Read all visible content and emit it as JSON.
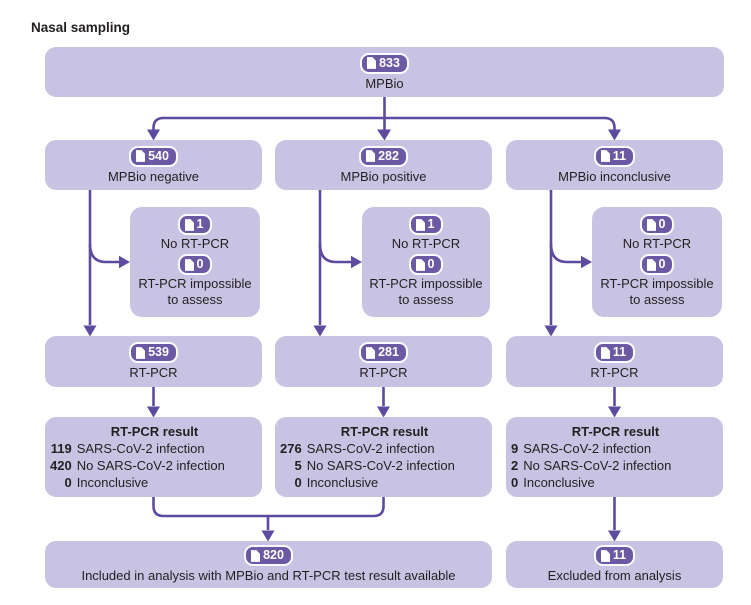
{
  "title": "Nasal sampling",
  "colors": {
    "node_fill": "#c9c3e3",
    "badge_fill": "#6b59a4",
    "badge_border": "#fbfbfd",
    "connector": "#5e4b9f",
    "text": "#231f20"
  },
  "icons": {
    "badge_icon": "document-icon"
  },
  "root": {
    "count": "833",
    "label": "MPBio"
  },
  "branches": [
    {
      "count": "540",
      "label": "MPBio negative",
      "exclusions": {
        "no_rtpcr_count": "1",
        "no_rtpcr_label": "No RT-PCR",
        "impossible_count": "0",
        "impossible_label": "RT-PCR impossible to assess"
      },
      "rtpcr": {
        "count": "539",
        "label": "RT-PCR"
      },
      "result": {
        "title": "RT-PCR result",
        "rows": [
          {
            "value": "119",
            "label": "SARS-CoV-2 infection"
          },
          {
            "value": "420",
            "label": "No SARS-CoV-2 infection"
          },
          {
            "value": "0",
            "label": "Inconclusive"
          }
        ]
      }
    },
    {
      "count": "282",
      "label": "MPBio positive",
      "exclusions": {
        "no_rtpcr_count": "1",
        "no_rtpcr_label": "No RT-PCR",
        "impossible_count": "0",
        "impossible_label": "RT-PCR impossible to assess"
      },
      "rtpcr": {
        "count": "281",
        "label": "RT-PCR"
      },
      "result": {
        "title": "RT-PCR result",
        "rows": [
          {
            "value": "276",
            "label": "SARS-CoV-2 infection"
          },
          {
            "value": "5",
            "label": "No SARS-CoV-2 infection"
          },
          {
            "value": "0",
            "label": "Inconclusive"
          }
        ]
      }
    },
    {
      "count": "11",
      "label": "MPBio inconclusive",
      "exclusions": {
        "no_rtpcr_count": "0",
        "no_rtpcr_label": "No RT-PCR",
        "impossible_count": "0",
        "impossible_label": "RT-PCR impossible to assess"
      },
      "rtpcr": {
        "count": "11",
        "label": "RT-PCR"
      },
      "result": {
        "title": "RT-PCR result",
        "rows": [
          {
            "value": "9",
            "label": "SARS-CoV-2 infection"
          },
          {
            "value": "2",
            "label": "No SARS-CoV-2 infection"
          },
          {
            "value": "0",
            "label": "Inconclusive"
          }
        ]
      }
    }
  ],
  "outcomes": {
    "included": {
      "count": "820",
      "label": "Included in analysis with MPBio and RT-PCR test result available"
    },
    "excluded": {
      "count": "11",
      "label": "Excluded from analysis"
    }
  }
}
